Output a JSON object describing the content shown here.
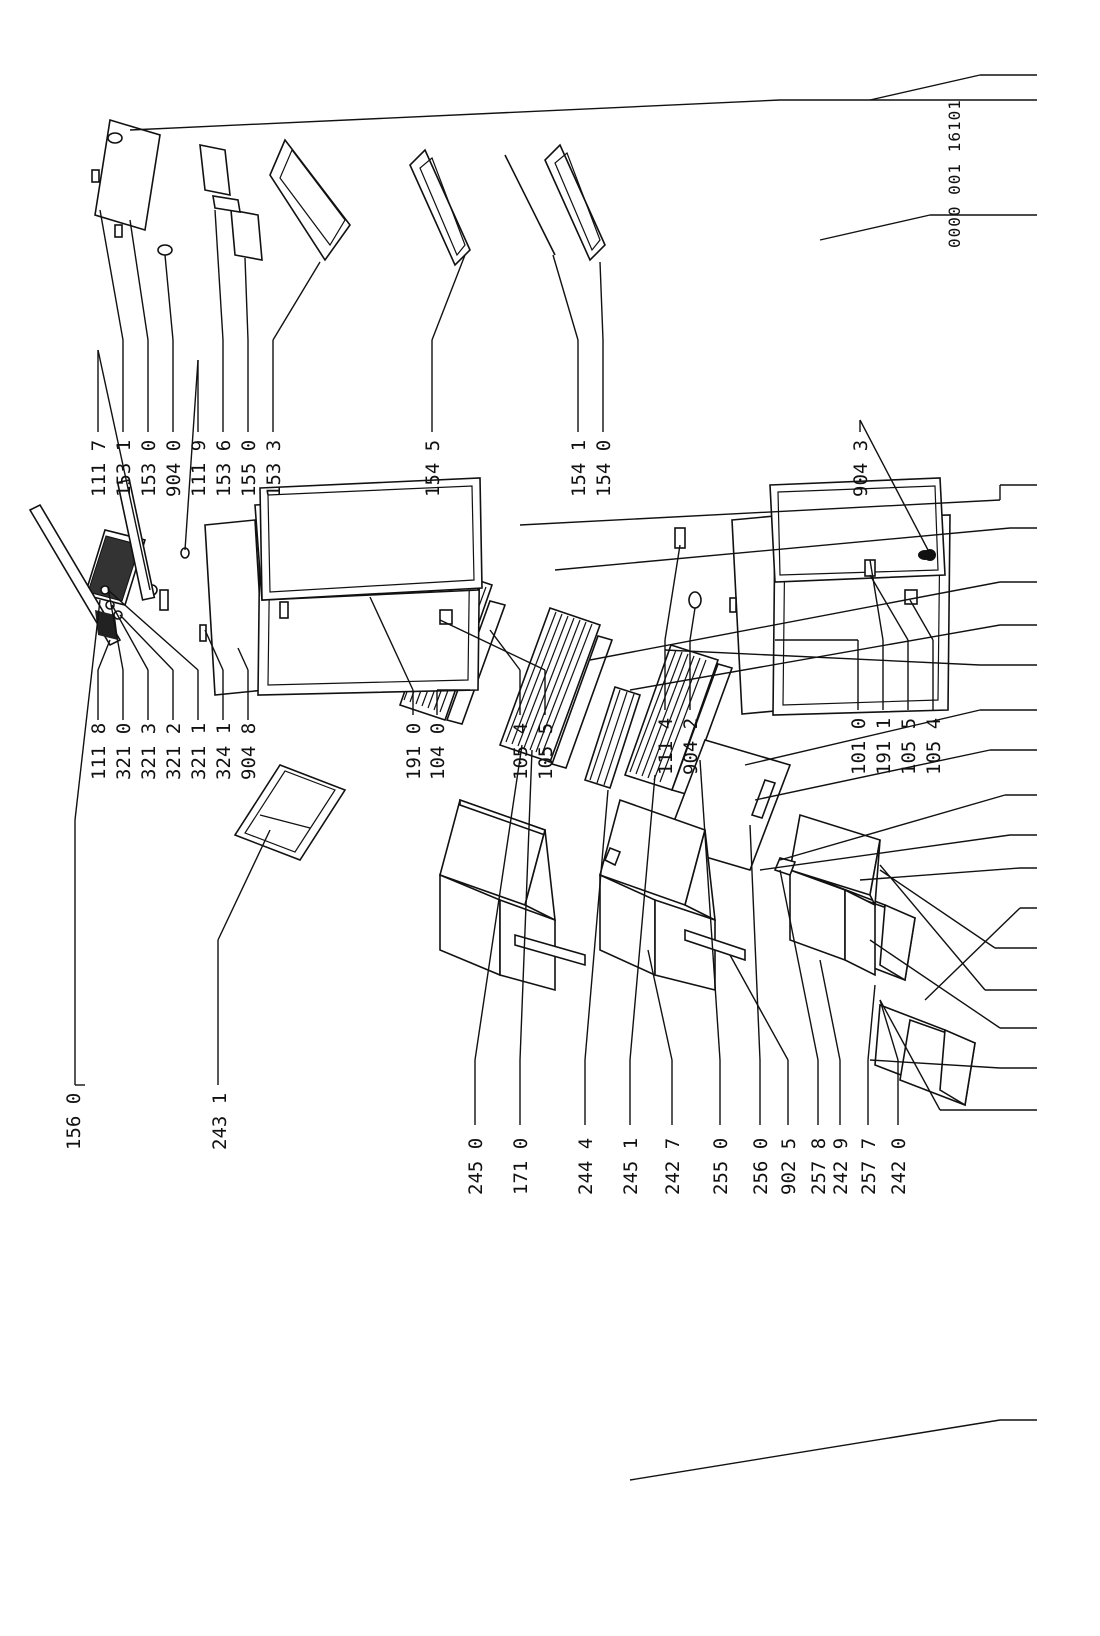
{
  "drawing_code": "0000 001 16101",
  "labels": {
    "p1560": "156 0",
    "p2431": "243 1",
    "p2450": "245 0",
    "p1710": "171 0",
    "p2444": "244 4",
    "p2451": "245 1",
    "p2427": "242 7",
    "p2550": "255 0",
    "p2560": "256 0",
    "p9025": "902 5",
    "p2578": "257 8",
    "p2429": "242 9",
    "p2577": "257 7",
    "p2420": "242 0",
    "p1118": "111 8",
    "p3210": "321 0",
    "p3213": "321 3",
    "p3212": "321 2",
    "p3211": "321 1",
    "p3241": "324 1",
    "p9048": "904 8",
    "p1910": "191 0",
    "p1040": "104 0",
    "p1054a": "105 4",
    "p1055a": "105 5",
    "p1114": "111 4",
    "p9042": "904 2",
    "p1010": "101 0",
    "p1911": "191 1",
    "p1055b": "105 5",
    "p1054b": "105 4",
    "p1117": "111 7",
    "p1531": "153 1",
    "p1530": "153 0",
    "p9040": "904 0",
    "p1119": "111 9",
    "p1536": "153 6",
    "p1550": "155 0",
    "p1533": "153 3",
    "p1545": "154 5",
    "p1541": "154 1",
    "p1540": "154 0",
    "p9043": "904 3"
  }
}
